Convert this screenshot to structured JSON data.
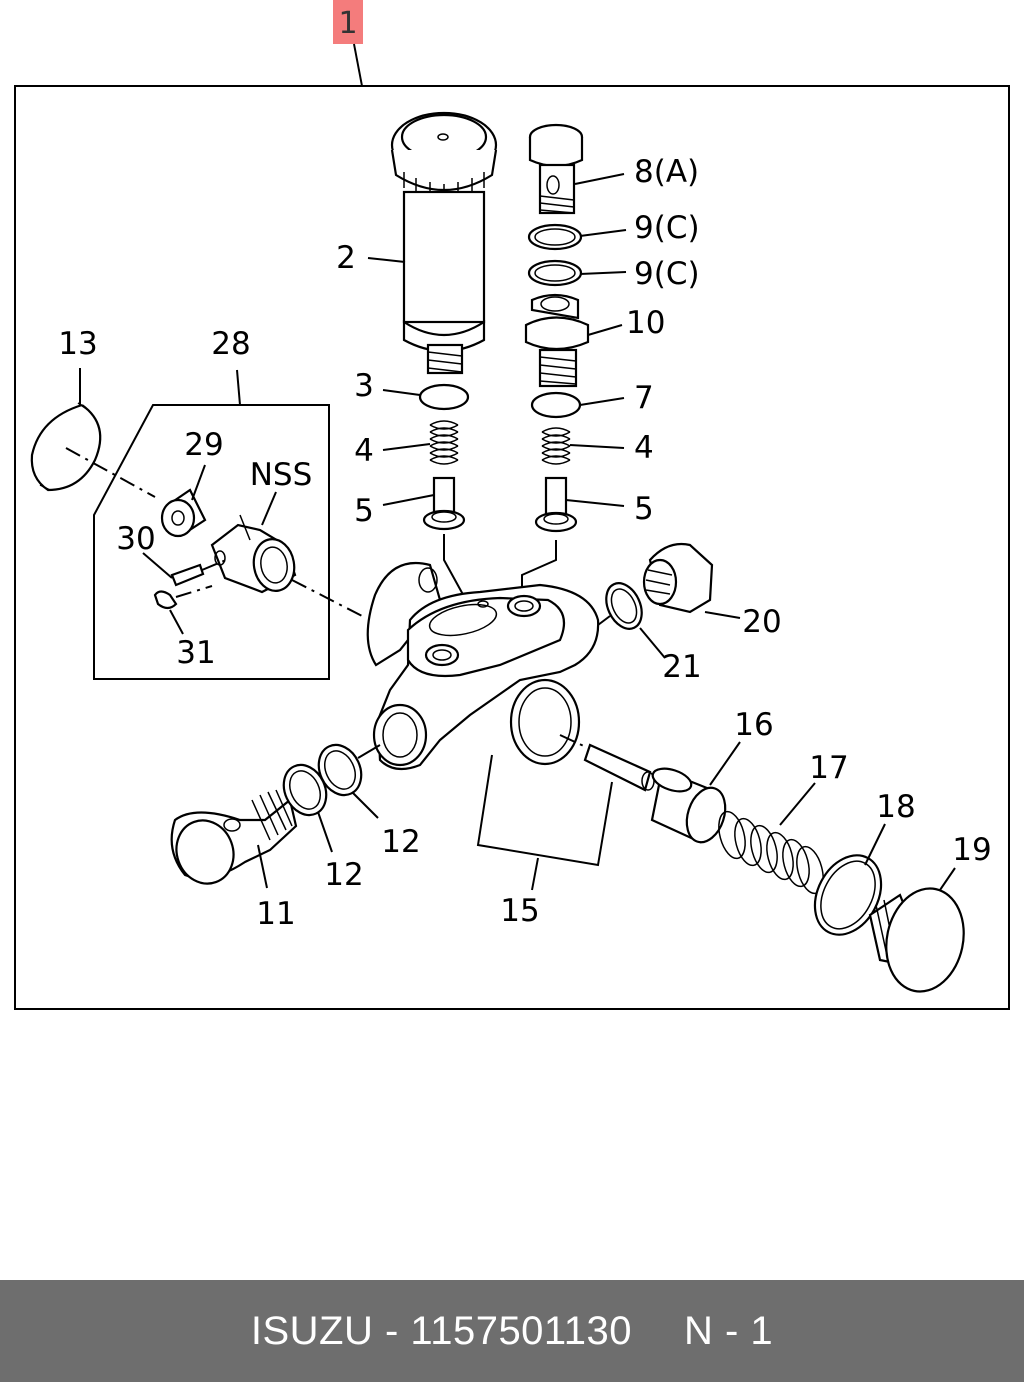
{
  "diagram": {
    "main_callout": "1",
    "callouts": {
      "c2": "2",
      "c3": "3",
      "c4a": "4",
      "c4b": "4",
      "c5a": "5",
      "c5b": "5",
      "c7": "7",
      "c8": "8(A)",
      "c9a": "9(C)",
      "c9b": "9(C)",
      "c10": "10",
      "c11": "11",
      "c12a": "12",
      "c12b": "12",
      "c13": "13",
      "c15": "15",
      "c16": "16",
      "c17": "17",
      "c18": "18",
      "c19": "19",
      "c20": "20",
      "c21": "21",
      "c28": "28",
      "c29": "29",
      "c30": "30",
      "c31": "31",
      "nss": "NSS"
    },
    "colors": {
      "main_badge": "#f47c7c",
      "footer_bg": "#6e6e6e",
      "footer_text": "#ffffff"
    }
  },
  "footer": {
    "brand": "ISUZU",
    "separator": "-",
    "part_number": "1157501130",
    "page_label": "N - 1"
  }
}
